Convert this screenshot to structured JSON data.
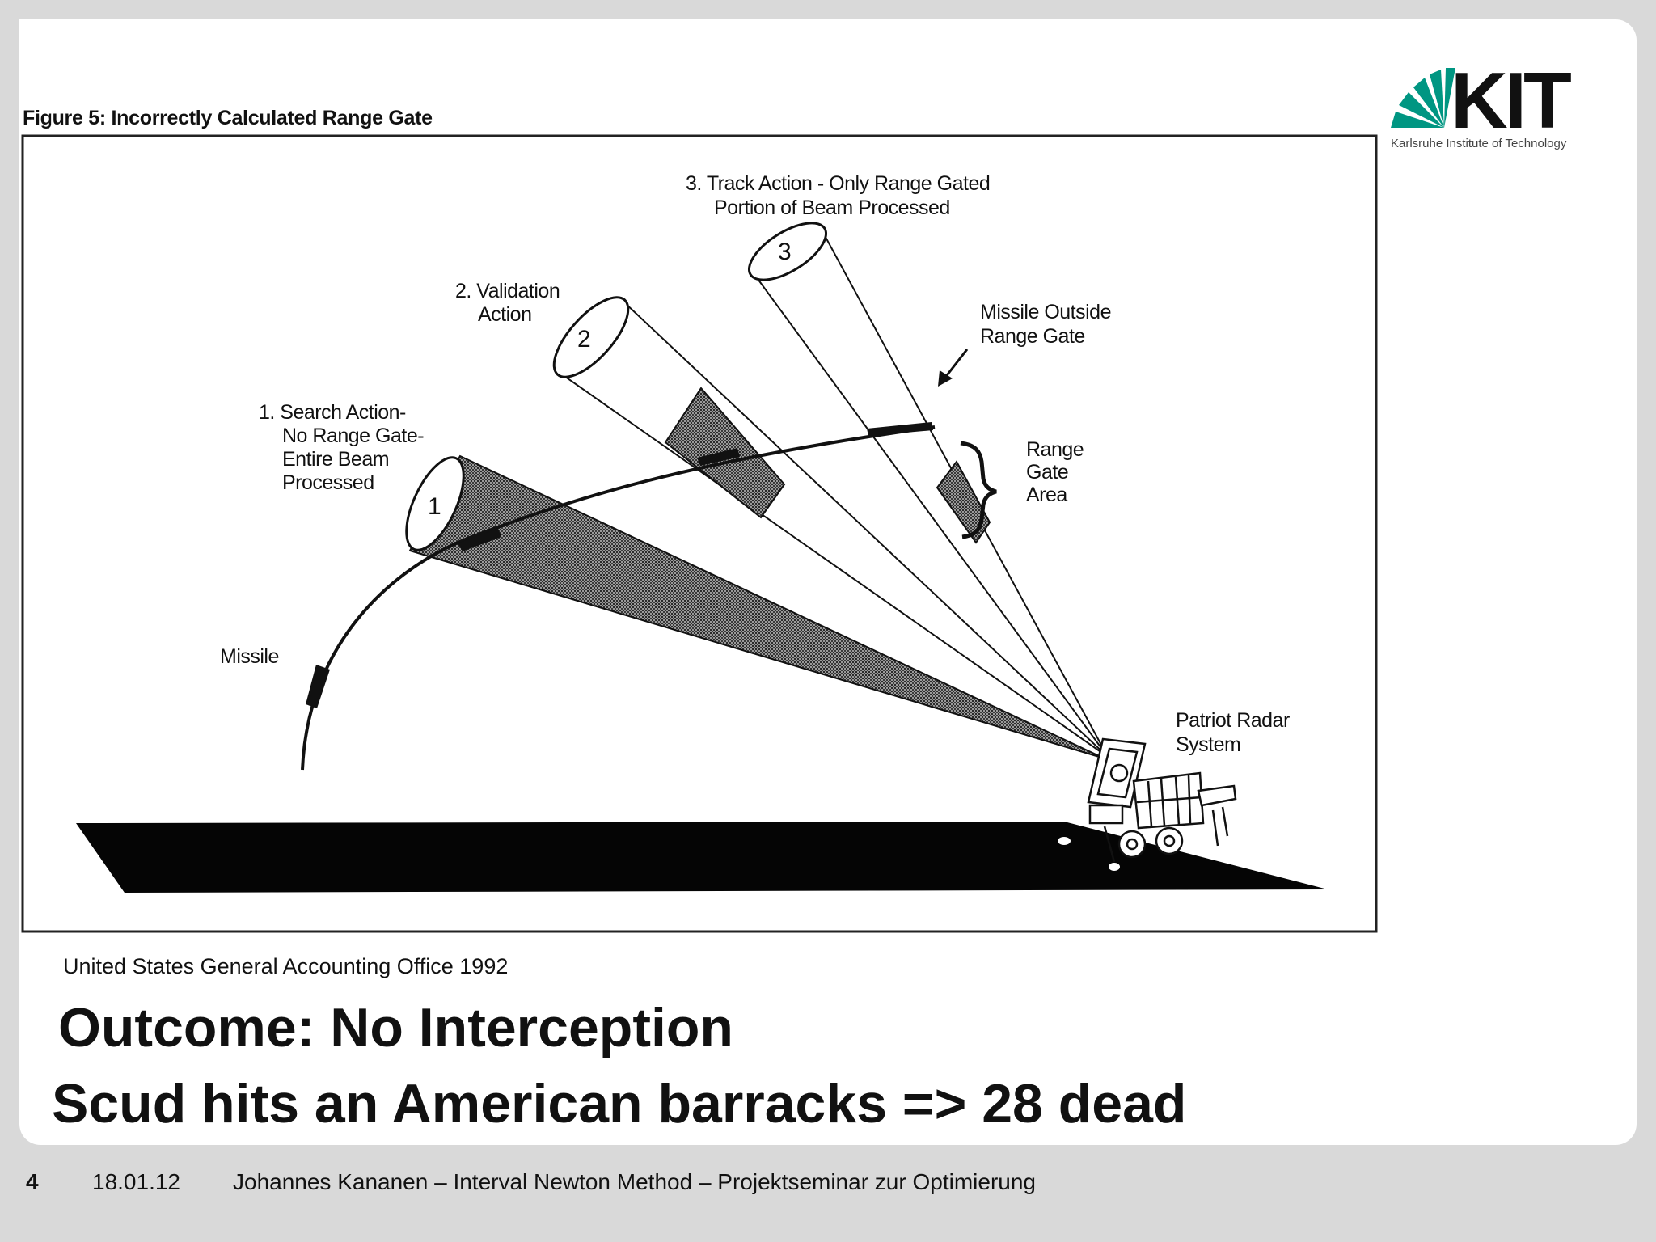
{
  "figure": {
    "title": "Figure 5: Incorrectly Calculated Range Gate",
    "beams": [
      {
        "number": "1",
        "label_lines": [
          "1. Search Action-",
          "No Range Gate-",
          "Entire Beam",
          "Processed"
        ]
      },
      {
        "number": "2",
        "label_lines": [
          "2. Validation",
          "Action"
        ]
      },
      {
        "number": "3",
        "label_lines": [
          "3. Track Action - Only Range Gated",
          "Portion of Beam Processed"
        ]
      }
    ],
    "missile_outside_lines": [
      "Missile Outside",
      "Range Gate"
    ],
    "range_gate_lines": [
      "Range",
      "Gate",
      "Area"
    ],
    "missile_label": "Missile",
    "radar_lines": [
      "Patriot Radar",
      "System"
    ]
  },
  "logo": {
    "text": "KIT",
    "subtitle": "Karlsruhe Institute of Technology",
    "color": "#009682"
  },
  "source": "United States General Accounting Office 1992",
  "outcome": "Outcome: No Interception",
  "consequence": "Scud hits an American barracks => 28 dead",
  "footer": {
    "page_number": "4",
    "date": "18.01.12",
    "text": "Johannes Kananen – Interval Newton Method – Projektseminar zur Optimierung"
  }
}
